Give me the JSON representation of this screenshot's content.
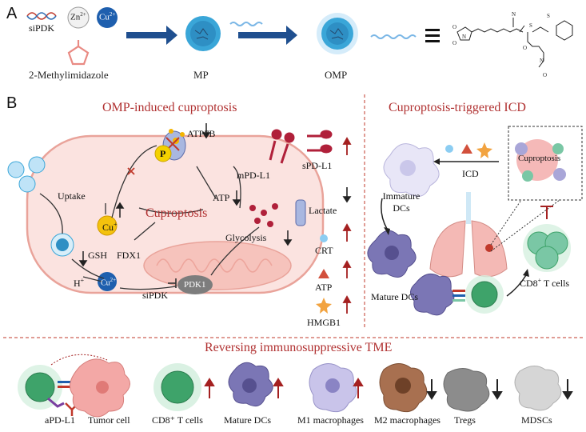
{
  "panel_a": {
    "letter": "A",
    "sipdk_label": "siPDK",
    "zn_label": "Zn",
    "zn_charge": "2+",
    "cu_label": "Cu",
    "cu_charge": "2+",
    "methylimidazole_label": "2-Methylimidazole",
    "mp_label": "MP",
    "omp_label": "OMP"
  },
  "panel_b": {
    "letter": "B",
    "left_title": "OMP-induced cuproptosis",
    "right_title": "Cuproptosis-triggered ICD",
    "cell": {
      "uptake": "Uptake",
      "cuproptosis": "Cuproptosis",
      "atp7b": "ATP7B",
      "p_badge": "P",
      "mpdl1": "mPD-L1",
      "atp": "ATP",
      "glycolysis": "Glycolysis",
      "cu_plus": "Cu",
      "cu_plus_charge": "+",
      "gsh": "GSH",
      "fdx1": "FDX1",
      "cu2": "Cu",
      "cu2_charge": "2+",
      "h_plus": "H",
      "h_plus_charge": "+",
      "sipdk": "siPDK",
      "pdk1": "PDK1"
    },
    "secreted": {
      "spdl1": "sPD-L1",
      "lactate": "Lactate",
      "crt": "CRT",
      "atp": "ATP",
      "hmgb1": "HMGB1"
    },
    "icd": {
      "immature_dcs": "Immature DCs",
      "icd_label": "ICD",
      "cuproptosis_box": "Cuproptosis",
      "mature_dcs": "Mature DCs",
      "cd8_tcells": "CD8",
      "cd8_tcells_sup": "+",
      "cd8_tcells_rest": " T cells"
    }
  },
  "panel_c": {
    "title": "Reversing immunosuppressive TME",
    "apdl1": "aPD-L1",
    "tumor_cell": "Tumor cell",
    "items": [
      {
        "label": "CD8⁺ T cells",
        "trend": "up"
      },
      {
        "label": "Mature DCs",
        "trend": "up"
      },
      {
        "label": "M1 macrophages",
        "trend": "up"
      },
      {
        "label": "M2 macrophages",
        "trend": "down"
      },
      {
        "label": "Tregs",
        "trend": "down"
      },
      {
        "label": "MDSCs",
        "trend": "down"
      }
    ]
  },
  "colors": {
    "title_red": "#b03030",
    "arrow_blue": "#1f5aa0",
    "cell_fill": "#fbe3e0",
    "cell_border": "#e9a39a",
    "up_arrow": "#a42020",
    "cd8_green": "#3ea36a",
    "dc_purple": "#6a64a8"
  }
}
